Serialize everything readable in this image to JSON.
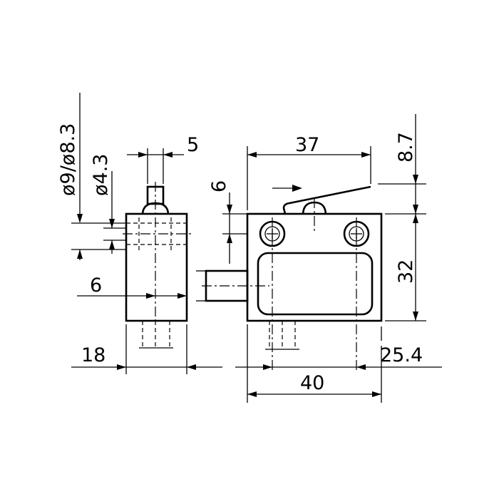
{
  "colors": {
    "ink": "#000000",
    "paper": "#ffffff"
  },
  "labels": {
    "dia_outer": "ø9/ø8.3",
    "dia_inner": "ø4.3",
    "plunger_width": "5",
    "side_six": "6",
    "side_width": "18",
    "top_width": "37",
    "offset_six": "6",
    "height_top": "8.7",
    "height_body": "32",
    "hole_spacing": "25.4",
    "body_width": "40"
  }
}
